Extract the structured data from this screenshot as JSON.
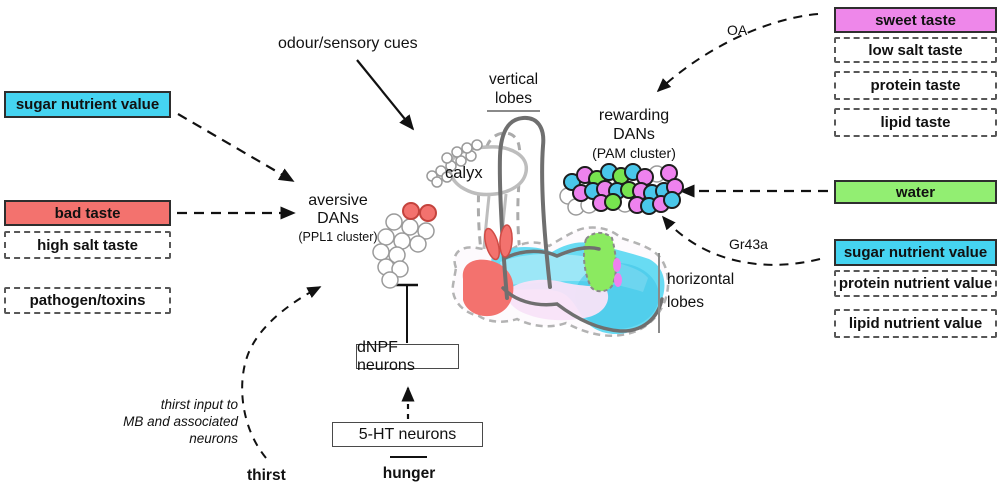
{
  "palette": {
    "cyan": "#45d4f1",
    "salmon": "#f3726e",
    "violet": "#ee87ea",
    "green": "#92ee72",
    "pam_cyan": "#49c7ea",
    "pam_violet": "#ee82ee",
    "pam_green": "#77e44f"
  },
  "left_boxes": [
    {
      "label": "sugar nutrient value",
      "style": "cyan"
    },
    {
      "label": "bad taste",
      "style": "salmon"
    },
    {
      "label": "high salt taste",
      "style": "dashed"
    },
    {
      "label": "pathogen/toxins",
      "style": "dashed"
    }
  ],
  "right_boxes_top": [
    {
      "label": "sweet taste",
      "style": "violet"
    },
    {
      "label": "low salt taste",
      "style": "dashed"
    },
    {
      "label": "protein taste",
      "style": "dashed"
    },
    {
      "label": "lipid taste",
      "style": "dashed"
    }
  ],
  "right_box_water": {
    "label": "water",
    "style": "green"
  },
  "right_boxes_bottom": [
    {
      "label": "sugar nutrient value",
      "style": "cyan"
    },
    {
      "label": "protein nutrient value",
      "style": "dashed"
    },
    {
      "label": "lipid nutrient value",
      "style": "dashed"
    }
  ],
  "labels": {
    "odour": "odour/sensory cues",
    "vertical_lobes_1": "vertical",
    "vertical_lobes_2": "lobes",
    "calyx": "calyx",
    "aversive_1": "aversive",
    "aversive_2": "DANs",
    "aversive_3": "(PPL1 cluster)",
    "rewarding_1": "rewarding",
    "rewarding_2": "DANs",
    "rewarding_3": "(PAM cluster)",
    "horizontal_1": "horizontal",
    "horizontal_2": "lobes",
    "oa": "OA",
    "gr43a": "Gr43a",
    "thirst_note_1": "thirst  input to",
    "thirst_note_2": "MB and associated neurons",
    "thirst": "thirst",
    "hunger": "hunger",
    "dnpf": "dNPF neurons",
    "five_ht": "5-HT neurons"
  },
  "clusters": {
    "kenyon": [
      [
        432,
        176
      ],
      [
        441,
        171
      ],
      [
        451,
        166
      ],
      [
        461,
        161
      ],
      [
        471,
        156
      ],
      [
        447,
        158
      ],
      [
        457,
        152
      ],
      [
        467,
        148
      ],
      [
        477,
        145
      ],
      [
        437,
        182
      ],
      [
        447,
        177
      ]
    ],
    "ppl1": [
      [
        394,
        222,
        "w"
      ],
      [
        410,
        227,
        "w"
      ],
      [
        426,
        231,
        "w"
      ],
      [
        386,
        237,
        "w"
      ],
      [
        402,
        241,
        "w"
      ],
      [
        418,
        244,
        "w"
      ],
      [
        381,
        252,
        "w"
      ],
      [
        397,
        255,
        "w"
      ],
      [
        386,
        267,
        "w"
      ],
      [
        400,
        269,
        "w"
      ],
      [
        390,
        280,
        "w"
      ],
      [
        411,
        211,
        "r"
      ],
      [
        428,
        213,
        "r"
      ]
    ],
    "pam": [
      [
        568,
        196,
        "w"
      ],
      [
        657,
        174,
        "w"
      ],
      [
        576,
        207,
        "w"
      ],
      [
        589,
        205,
        "w"
      ],
      [
        625,
        204,
        "w"
      ],
      [
        596,
        186,
        "w"
      ],
      [
        572,
        182,
        "c"
      ],
      [
        585,
        175,
        "v"
      ],
      [
        597,
        179,
        "g"
      ],
      [
        609,
        172,
        "c"
      ],
      [
        621,
        176,
        "g"
      ],
      [
        633,
        172,
        "c"
      ],
      [
        645,
        177,
        "v"
      ],
      [
        669,
        173,
        "v"
      ],
      [
        581,
        193,
        "v"
      ],
      [
        593,
        191,
        "c"
      ],
      [
        605,
        189,
        "v"
      ],
      [
        617,
        191,
        "c"
      ],
      [
        629,
        190,
        "g"
      ],
      [
        641,
        191,
        "v"
      ],
      [
        652,
        193,
        "c"
      ],
      [
        664,
        191,
        "c"
      ],
      [
        675,
        187,
        "v"
      ],
      [
        601,
        203,
        "v"
      ],
      [
        613,
        202,
        "g"
      ],
      [
        637,
        205,
        "v"
      ],
      [
        649,
        206,
        "c"
      ],
      [
        661,
        204,
        "v"
      ],
      [
        672,
        200,
        "c"
      ]
    ]
  }
}
